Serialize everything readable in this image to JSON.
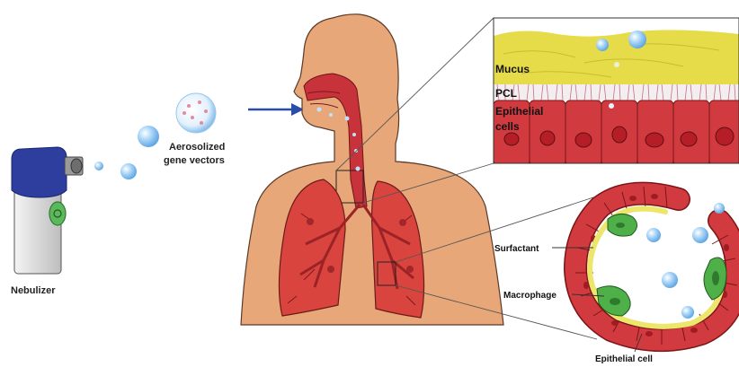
{
  "labels": {
    "nebulizer": "Nebulizer",
    "aerosol_line1": "Aerosolized",
    "aerosol_line2": "gene vectors",
    "mucus": "Mucus",
    "pcl": "PCL",
    "epithelial_line1": "Epithelial",
    "epithelial_line2": "cells",
    "surfactant": "Surfactant",
    "macrophage": "Macrophage",
    "epithelial_cell": "Epithelial cell"
  },
  "colors": {
    "skin": "#e8a779",
    "skin_outline": "#5a3a28",
    "airway_red": "#c8323a",
    "lung_red": "#d9453e",
    "mucus_yellow": "#e6dc4a",
    "macrophage_green": "#4fb04a",
    "vector_blue": "#8fc6f2",
    "arrow_blue": "#2a4ea8",
    "nebulizer_blue": "#2d3e9e",
    "nebulizer_body": "#d8d8d8",
    "nebulizer_button": "#5cb85c"
  },
  "icons": [
    "nebulizer-icon",
    "gene-vector-icon",
    "arrow-icon",
    "human-torso-icon",
    "lung-icon",
    "airway-epithelium-icon",
    "alveolus-icon",
    "macrophage-icon"
  ]
}
